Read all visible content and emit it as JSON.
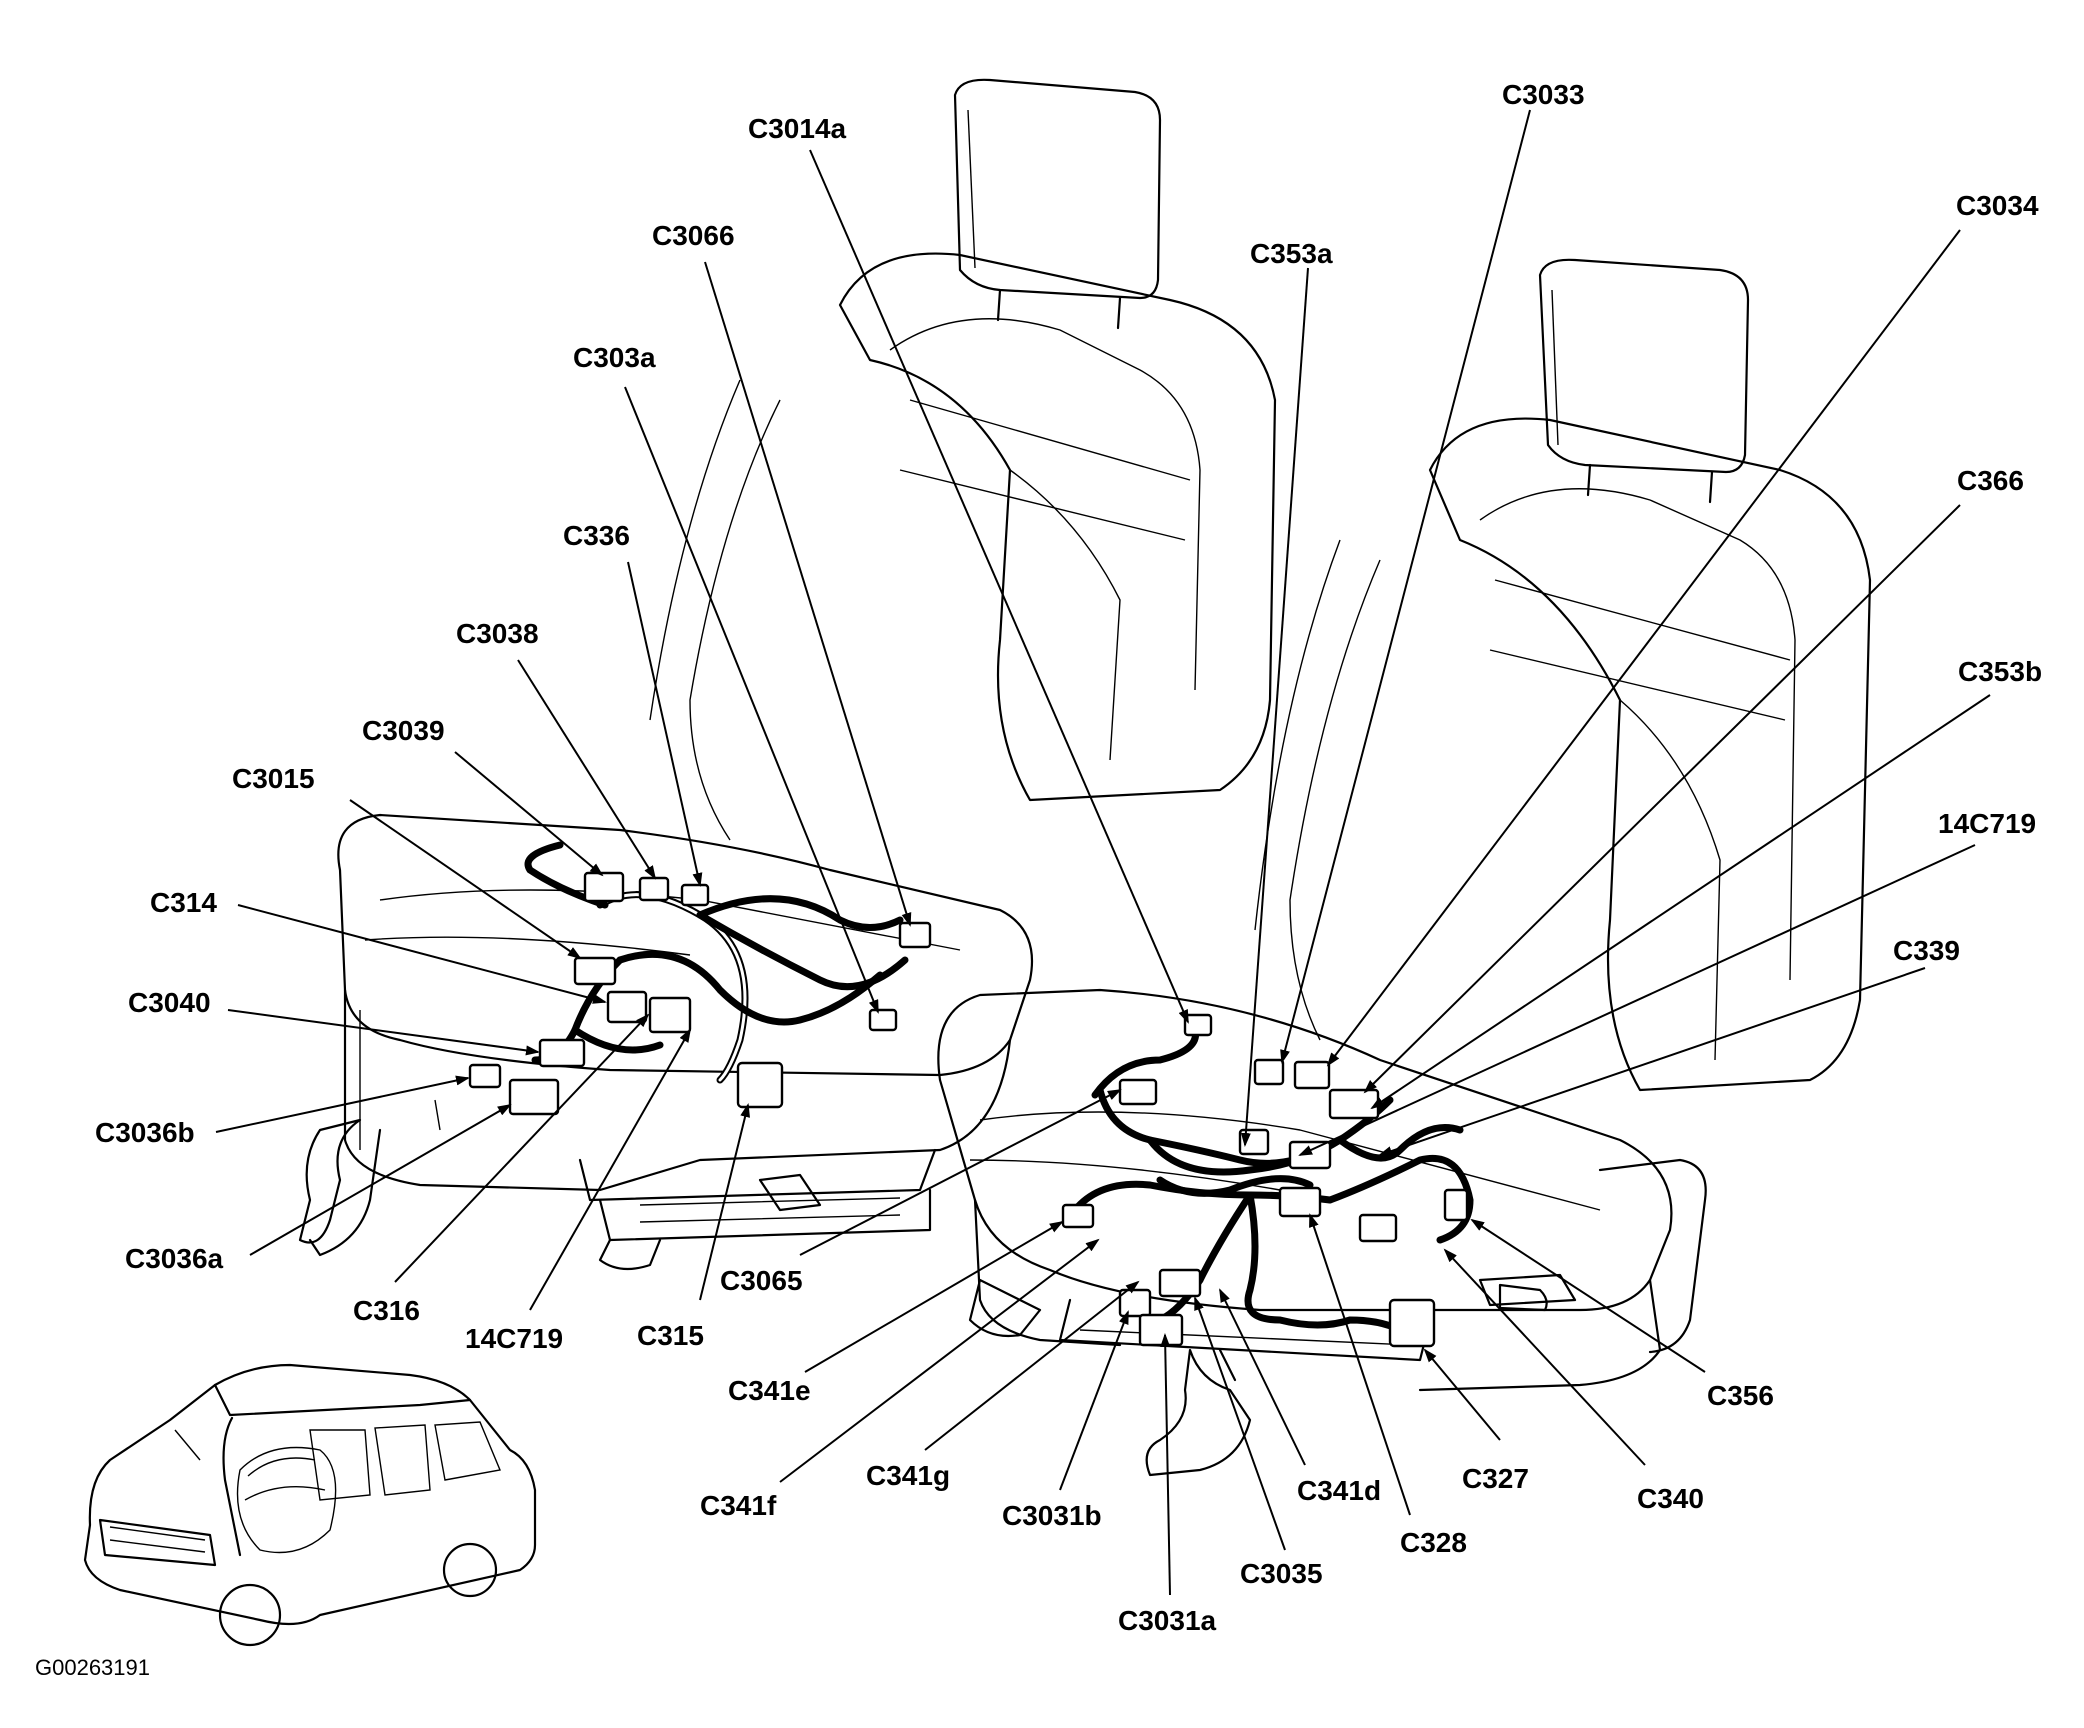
{
  "figure_id": "G00263191",
  "callouts": [
    {
      "id": "C3014a",
      "label": "C3014a"
    },
    {
      "id": "C3066",
      "label": "C3066"
    },
    {
      "id": "C303a",
      "label": "C303a"
    },
    {
      "id": "C336",
      "label": "C336"
    },
    {
      "id": "C3038",
      "label": "C3038"
    },
    {
      "id": "C3039",
      "label": "C3039"
    },
    {
      "id": "C3015",
      "label": "C3015"
    },
    {
      "id": "C314",
      "label": "C314"
    },
    {
      "id": "C3040",
      "label": "C3040"
    },
    {
      "id": "C3036b",
      "label": "C3036b"
    },
    {
      "id": "C3036a",
      "label": "C3036a"
    },
    {
      "id": "C316",
      "label": "C316"
    },
    {
      "id": "14C719-left",
      "label": "14C719"
    },
    {
      "id": "C315",
      "label": "C315"
    },
    {
      "id": "C3065",
      "label": "C3065"
    },
    {
      "id": "C3033",
      "label": "C3033"
    },
    {
      "id": "C353a",
      "label": "C353a"
    },
    {
      "id": "C3034",
      "label": "C3034"
    },
    {
      "id": "C366",
      "label": "C366"
    },
    {
      "id": "C353b",
      "label": "C353b"
    },
    {
      "id": "14C719-right",
      "label": "14C719"
    },
    {
      "id": "C339",
      "label": "C339"
    },
    {
      "id": "C356",
      "label": "C356"
    },
    {
      "id": "C340",
      "label": "C340"
    },
    {
      "id": "C327",
      "label": "C327"
    },
    {
      "id": "C328",
      "label": "C328"
    },
    {
      "id": "C341d",
      "label": "C341d"
    },
    {
      "id": "C3035",
      "label": "C3035"
    },
    {
      "id": "C3031a",
      "label": "C3031a"
    },
    {
      "id": "C3031b",
      "label": "C3031b"
    },
    {
      "id": "C341g",
      "label": "C341g"
    },
    {
      "id": "C341f",
      "label": "C341f"
    },
    {
      "id": "C341e",
      "label": "C341e"
    }
  ]
}
